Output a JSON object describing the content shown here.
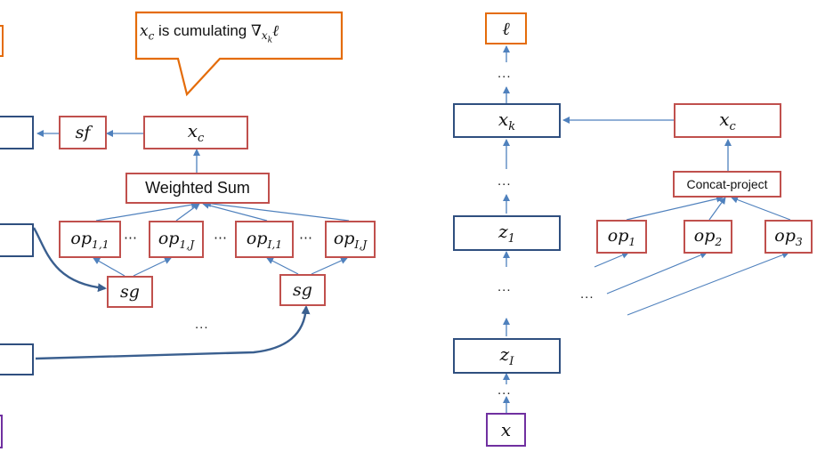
{
  "colors": {
    "red_box": "#c0504d",
    "blue_box": "#2f4f7f",
    "purple_box": "#7030a0",
    "orange_box": "#e46c0a",
    "arrow": "#4f81bd",
    "curve": "#3a5f8f"
  },
  "left": {
    "callout": {
      "var": "x",
      "var_sub": "c",
      "text": " is cumulating ",
      "nabla": "∇",
      "grad_sub": "x",
      "grad_sub_sub": "k",
      "ell": "ℓ"
    },
    "xc": {
      "var": "x",
      "sub": "c"
    },
    "sf": "sf",
    "weighted_sum": "Weighted Sum",
    "ops": [
      {
        "base": "op",
        "sub": "1,1"
      },
      {
        "base": "op",
        "sub": "1,J"
      },
      {
        "base": "op",
        "sub": "I,1"
      },
      {
        "base": "op",
        "sub": "I,J"
      }
    ],
    "op_gap_dots": "⋯",
    "sg_left": "sg",
    "sg_right": "sg",
    "dots_mid": "..."
  },
  "right": {
    "ell": "ℓ",
    "xk": {
      "var": "x",
      "sub": "k"
    },
    "xc": {
      "var": "x",
      "sub": "c"
    },
    "concat_project": "Concat-project",
    "ops": [
      {
        "base": "op",
        "sub": "1"
      },
      {
        "base": "op",
        "sub": "2"
      },
      {
        "base": "op",
        "sub": "3"
      }
    ],
    "z1": {
      "var": "z",
      "sub": "1"
    },
    "zI": {
      "var": "z",
      "sub": "I"
    },
    "x": "x",
    "dots": "..."
  }
}
